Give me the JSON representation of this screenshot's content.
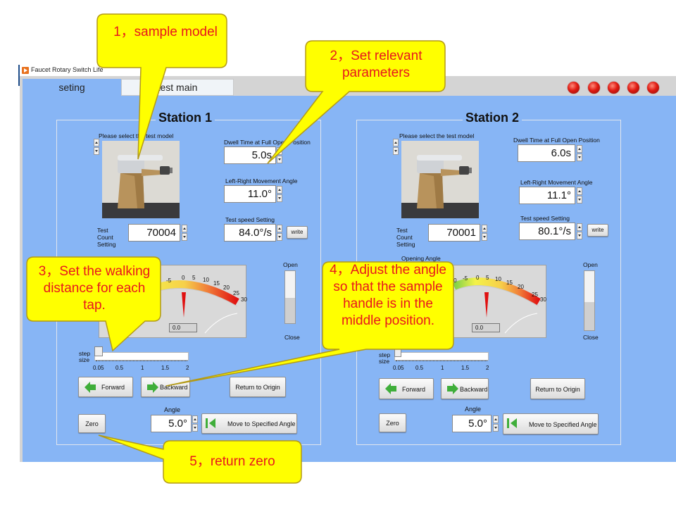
{
  "app": {
    "title": "Faucet Rotary Switch Life",
    "tabs": [
      "seting",
      "test main"
    ]
  },
  "colors": {
    "panel": "#87b5f5",
    "callout_fill": "#ffff00",
    "callout_text": "#e8181d",
    "indicator": "#e01b12",
    "arrow": "#3fae3a"
  },
  "stations": [
    {
      "title": "Station 1",
      "model_label": "Please select the test model",
      "dwell_label": "Dwell Time at Full Open Position",
      "dwell_value": "5.0s",
      "angle_label": "Left-Right Movement Angle",
      "angle_value": "11.0°",
      "speed_label": "Test speed Setting",
      "speed_value": "84.0°/s",
      "write_label": "write",
      "count_label": "Test Count Setting",
      "count_value": "70004",
      "opening_label": "",
      "gauge_readout": "0.0",
      "gauge_ticks": [
        "-5",
        "0",
        "5",
        "10",
        "15",
        "20",
        "25",
        "30"
      ],
      "open_label": "Open",
      "close_label": "Close",
      "step_label": "step size",
      "step_ticks": [
        "0.05",
        "0.5",
        "1",
        "1.5",
        "2"
      ],
      "forward_label": "Forward",
      "backward_label": "Backward",
      "origin_label": "Return to Origin",
      "zero_label": "Zero",
      "set_angle_label": "Angle",
      "set_angle_value": "5.0°",
      "move_label": "Move to Specified Angle"
    },
    {
      "title": "Station 2",
      "model_label": "Please select the test model",
      "dwell_label": "Dwell Time at Full Open Position",
      "dwell_value": "6.0s",
      "angle_label": "Left-Right Movement Angle",
      "angle_value": "11.1°",
      "speed_label": "Test speed Setting",
      "speed_value": "80.1°/s",
      "write_label": "write",
      "count_label": "Test Count Setting",
      "count_value": "70001",
      "opening_label": "Opening Angle",
      "gauge_readout": "0.0",
      "gauge_ticks": [
        "-10",
        "-5",
        "0",
        "5",
        "10",
        "15",
        "20",
        "25",
        "30"
      ],
      "open_label": "Open",
      "close_label": "Close",
      "step_label": "step size",
      "step_ticks": [
        "0.05",
        "0.5",
        "1",
        "1.5",
        "2"
      ],
      "forward_label": "Forward",
      "backward_label": "Backward",
      "origin_label": "Return to Origin",
      "zero_label": "Zero",
      "set_angle_label": "Angle",
      "set_angle_value": "5.0°",
      "move_label": "Move to Specified Angle"
    }
  ],
  "callouts": [
    "1，sample model",
    "2，Set relevant parameters",
    "3，Set the walking distance for each tap.",
    "4，Adjust the angle so that the sample handle is in the middle position.",
    "5，return zero"
  ]
}
